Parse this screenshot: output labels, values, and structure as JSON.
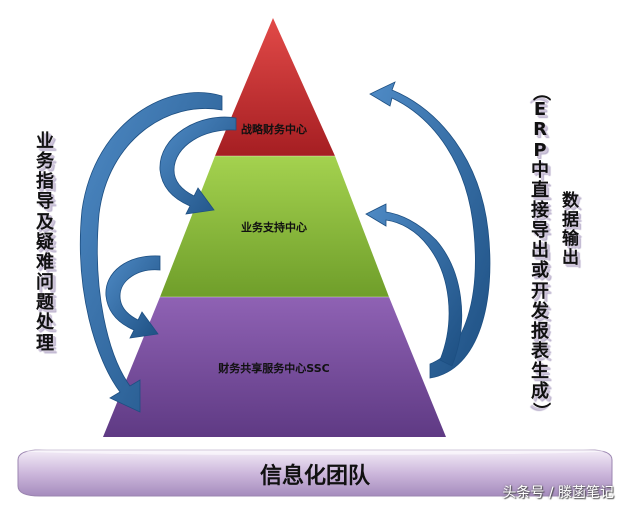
{
  "pyramid": {
    "top_label": "战略财务中心",
    "middle_label": "业务支持中心",
    "bottom_label": "财务共享服务中心SSC"
  },
  "base_label": "信息化团队",
  "left_side_text": "业务指导及疑难问题处理",
  "right_side_paren_text": "（ERP中直接导出或开发报表生成）",
  "right_side_text": "数据输出",
  "watermark": "头条号 / 滕菡笔记",
  "colors": {
    "top_tier": "#c0282c",
    "middle_tier": "#8dc63f",
    "bottom_tier": "#7a4f9e",
    "arrows": "#2a5b8f",
    "base_bar": "#cdb8dc"
  }
}
